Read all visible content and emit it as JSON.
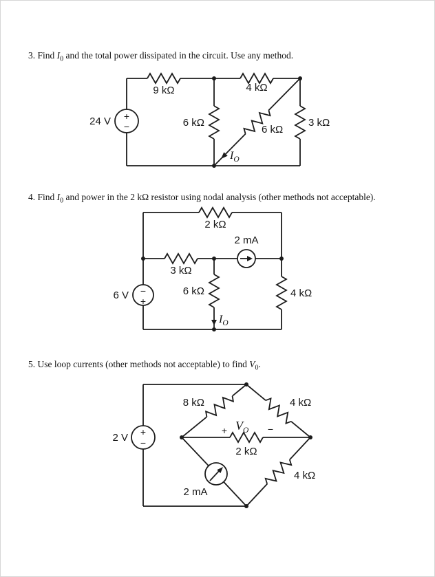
{
  "problems": {
    "p3": {
      "prefix": "3. Find ",
      "var": "I",
      "sub": "0",
      "suffix": " and the total power dissipated in the circuit. Use any method."
    },
    "p4": {
      "prefix": "4. Find ",
      "var": "I",
      "sub": "0",
      "suffix": " and power in the 2 kΩ resistor using nodal analysis (other methods not acceptable)."
    },
    "p5": {
      "prefix": "5.  Use loop currents (other methods not acceptable) to find ",
      "var": "V",
      "sub": "0",
      "suffix": "."
    }
  },
  "c3": {
    "r_topleft": "9 kΩ",
    "r_topright": "4 kΩ",
    "source": "24 V",
    "plus": "+",
    "minus": "−",
    "r_mid": "6 kΩ",
    "r_diag": "6 kΩ",
    "r_right": "3 kΩ",
    "io_var": "I",
    "io_sub": "O"
  },
  "c4": {
    "r_top": "2 kΩ",
    "r_series": "3 kΩ",
    "isrc": "2 mA",
    "source": "6 V",
    "plus": "+",
    "minus": "−",
    "r_mid": "6 kΩ",
    "r_right": "4 kΩ",
    "io_var": "I",
    "io_sub": "O"
  },
  "c5": {
    "source": "2 V",
    "plus": "+",
    "minus": "−",
    "r_topleft": "8 kΩ",
    "r_topright": "4 kΩ",
    "r_mid": "2 kΩ",
    "r_botright": "4 kΩ",
    "isrc": "2 mA",
    "vo_plus": "+",
    "vo_minus": "−",
    "vo_var": "V",
    "vo_sub": "O"
  }
}
